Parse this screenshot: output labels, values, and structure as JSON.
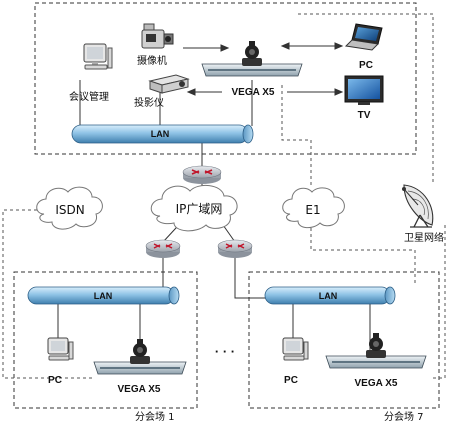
{
  "main_site": {
    "camera_label": "摄像机",
    "conf_mgmt_label": "会议管理",
    "projector_label": "投影仪",
    "codec_label": "VEGA X5",
    "pc_label": "PC",
    "tv_label": "TV",
    "lan_label": "LAN"
  },
  "networks": {
    "isdn_label": "ISDN",
    "ip_wan_label": "IP广域网",
    "e1_label": "E1",
    "satellite_label": "卫星网络"
  },
  "site1": {
    "lan_label": "LAN",
    "pc_label": "PC",
    "codec_label": "VEGA X5",
    "site_name": "分会场 1"
  },
  "site7": {
    "lan_label": "LAN",
    "pc_label": "PC",
    "codec_label": "VEGA X5",
    "site_name": "分会场 7"
  },
  "ellipsis_label": "· · ·",
  "colors": {
    "lan_pipe": "#8fc3e6",
    "router_body": "#cfd3da",
    "router_arrow": "#c0152a",
    "dashed_line": "#555555",
    "cloud_stroke": "#777777"
  }
}
